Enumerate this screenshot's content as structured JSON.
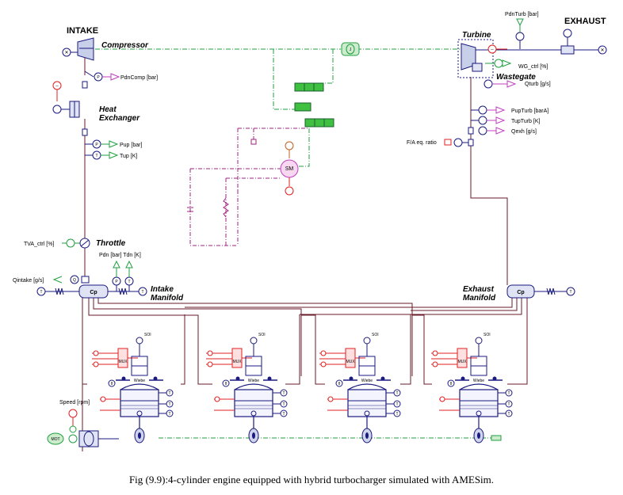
{
  "labels": {
    "intake": "INTAKE",
    "compressor": "Compressor",
    "pdn_comp": "PdnComp [bar]",
    "heat_exchanger_1": "Heat",
    "heat_exchanger_2": "Exchanger",
    "pup": "Pup [bar]",
    "tup": "Tup [K]",
    "tva_ctrl": "TVA_ctrl [%]",
    "throttle": "Throttle",
    "pdn_tdn": "Pdn [bar] Tdn [K]",
    "qintake": "Qintake [g/s]",
    "intake_manifold_1": "Intake",
    "intake_manifold_2": "Manifold",
    "speed": "Speed [rpm]",
    "mot": "MOT",
    "pdn_turb": "PdnTurb [bar]",
    "exhaust": "EXHAUST",
    "turbine": "Turbine",
    "wg_ctrl": "WG_ctrl [%]",
    "wastegate": "Wastegate",
    "qturb": "Qturb [g/s]",
    "pup_turb": "PupTurb [barA]",
    "tup_turb": "TupTurb [K]",
    "qexh": "Qexh [g/s]",
    "fa_ratio": "F/A eq. ratio",
    "exhaust_manifold_1": "Exhaust",
    "exhaust_manifold_2": "Manifold",
    "sm": "SM",
    "cp": "Cp",
    "wiebe": "Wiebe",
    "mux": "MUX",
    "sol": "SOI"
  },
  "caption": "Fig (9.9):4-cylinder engine equipped with hybrid turbocharger simulated with AMESim."
}
